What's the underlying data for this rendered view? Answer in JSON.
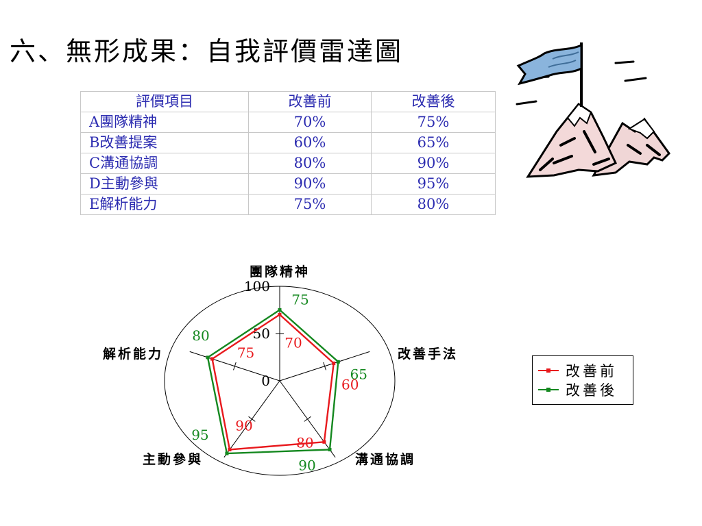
{
  "title": "六、無形成果：自我評價雷達圖",
  "table": {
    "headers": [
      "評價項目",
      "改善前",
      "改善後"
    ],
    "rows": [
      {
        "item": "A團隊精神",
        "before": "70%",
        "after": "75%"
      },
      {
        "item": "B改善提案",
        "before": "60%",
        "after": "65%"
      },
      {
        "item": "C溝通協調",
        "before": "80%",
        "after": "90%"
      },
      {
        "item": "D主動參與",
        "before": "90%",
        "after": "95%"
      },
      {
        "item": "E解析能力",
        "before": "75%",
        "after": "80%"
      }
    ]
  },
  "clipart": {
    "icon": "mountain-flag-icon"
  },
  "chart_data": {
    "type": "radar",
    "categories": [
      "團隊精神",
      "改善手法",
      "溝通協調",
      "主動參與",
      "解析能力"
    ],
    "series": [
      {
        "name": "改善前",
        "values": [
          70,
          60,
          80,
          90,
          75
        ],
        "color": "#e8191d"
      },
      {
        "name": "改善後",
        "values": [
          75,
          65,
          90,
          95,
          80
        ],
        "color": "#14881f"
      }
    ],
    "radial_axis": {
      "min": 0,
      "max": 100,
      "tick_labels": [
        "0",
        "50",
        "100"
      ]
    },
    "legend_position": "right",
    "data_labels": true
  }
}
